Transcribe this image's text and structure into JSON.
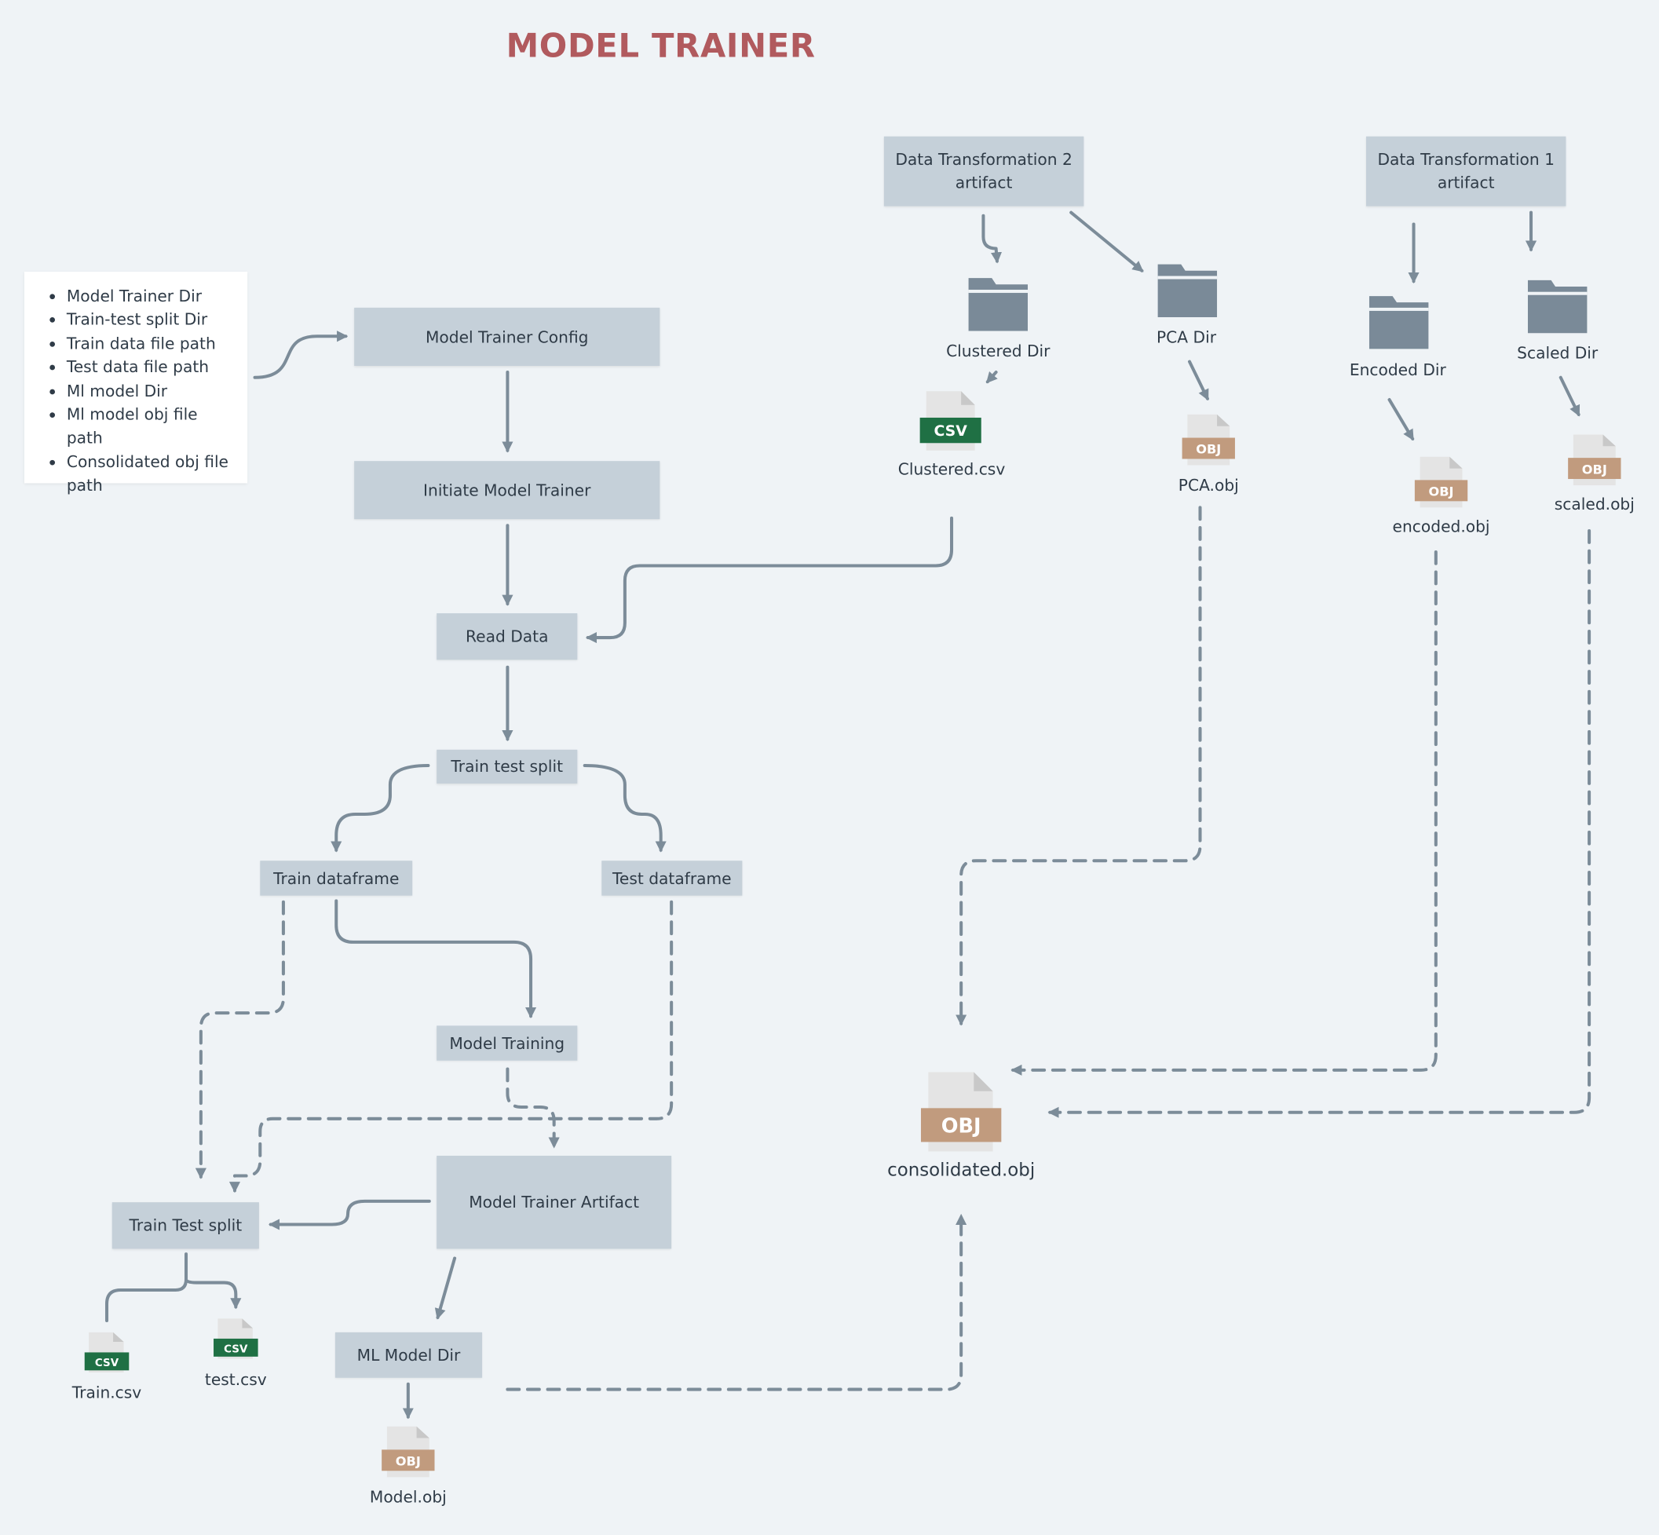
{
  "title": "MODEL TRAINER",
  "config_list": [
    "Model Trainer Dir",
    "Train-test split Dir",
    "Train data file path",
    "Test data file path",
    "Ml model Dir",
    "Ml model  obj file path",
    "Consolidated obj file path"
  ],
  "boxes": {
    "model_trainer_config": "Model Trainer Config",
    "initiate_model_trainer": "Initiate Model Trainer",
    "read_data": "Read Data",
    "train_test_split": "Train test split",
    "train_dataframe": "Train dataframe",
    "test_dataframe": "Test dataframe",
    "model_training": "Model Training",
    "model_trainer_artifact": "Model Trainer Artifact",
    "train_test_split_dir": "Train Test split",
    "ml_model_dir": "ML Model Dir",
    "dt2_artifact": "Data Transformation 2 artifact",
    "dt1_artifact": "Data Transformation 1 artifact"
  },
  "labels": {
    "clustered_dir": "Clustered Dir",
    "pca_dir": "PCA Dir",
    "encoded_dir": "Encoded Dir",
    "scaled_dir": "Scaled Dir",
    "clustered_csv": "Clustered.csv",
    "pca_obj": "PCA.obj",
    "encoded_obj": "encoded.obj",
    "scaled_obj": "scaled.obj",
    "consolidated_obj": "consolidated.obj",
    "train_csv": "Train.csv",
    "test_csv": "test.csv",
    "model_obj": "Model.obj"
  },
  "file_badges": {
    "csv": "CSV",
    "obj": "OBJ"
  },
  "colors": {
    "background": "#eff3f6",
    "box": "#c5d0d9",
    "connector": "#7c8c99",
    "title": "#b15a5e",
    "folder": "#7a8a98",
    "csv_badge": "#1f7044",
    "obj_badge": "#c19b7e"
  }
}
